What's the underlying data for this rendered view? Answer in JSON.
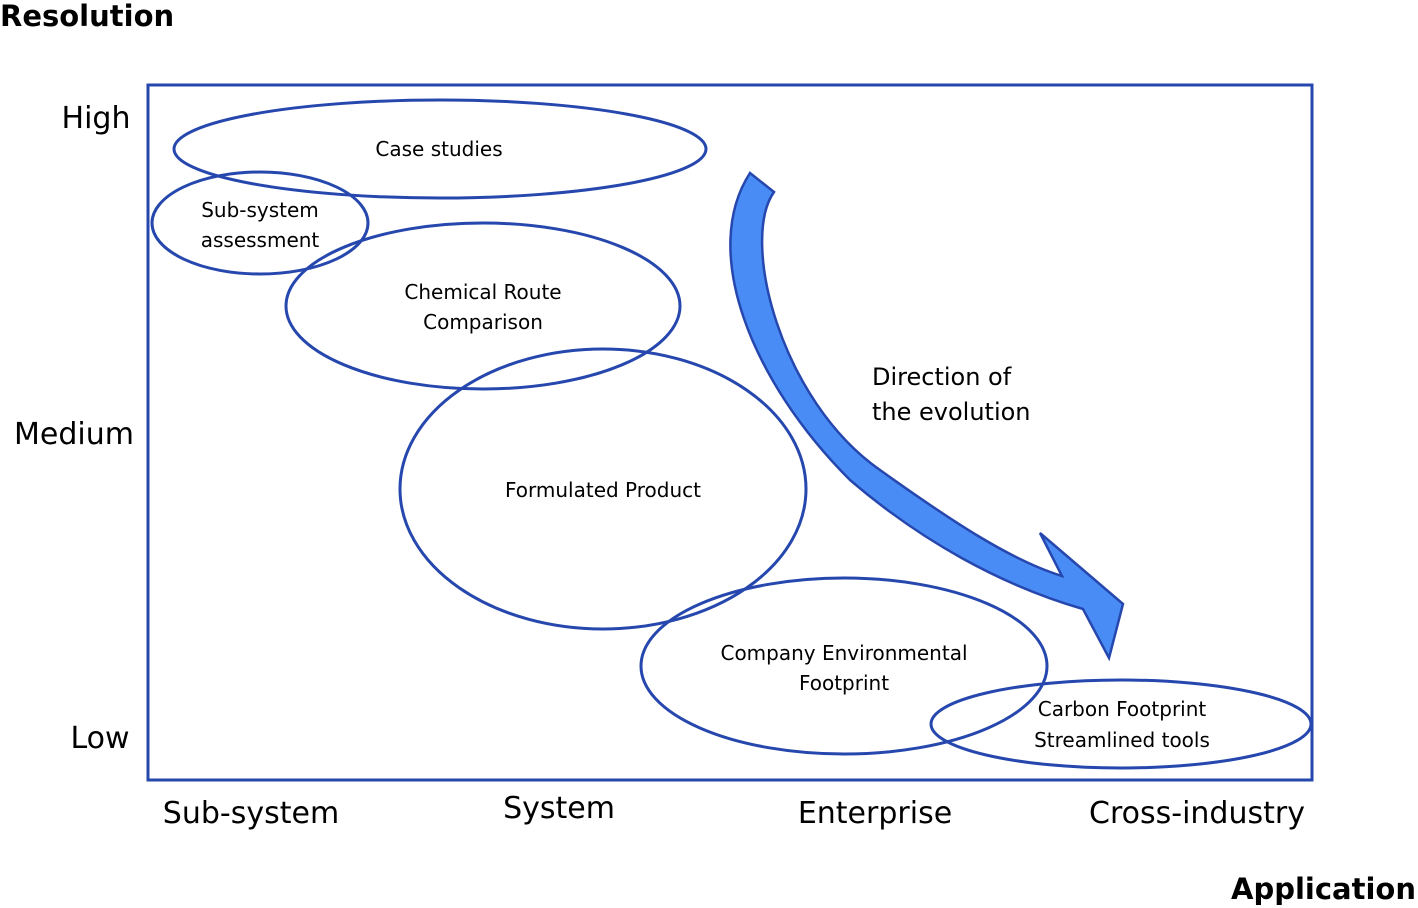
{
  "axes": {
    "y_title": "Resolution",
    "x_title": "Application",
    "y_ticks": [
      "High",
      "Medium",
      "Low"
    ],
    "x_ticks": [
      "Sub-system",
      "System",
      "Enterprise",
      "Cross-industry"
    ]
  },
  "categories": [
    {
      "id": "case-studies",
      "lines": [
        "Case studies"
      ]
    },
    {
      "id": "sub-system-assessment",
      "lines": [
        "Sub-system",
        "assessment"
      ]
    },
    {
      "id": "chemical-route-comparison",
      "lines": [
        "Chemical Route",
        "Comparison"
      ]
    },
    {
      "id": "formulated-product",
      "lines": [
        "Formulated Product"
      ]
    },
    {
      "id": "company-environmental-footprint",
      "lines": [
        "Company Environmental",
        "Footprint"
      ]
    },
    {
      "id": "carbon-footprint-streamlined-tools",
      "lines": [
        "Carbon Footprint",
        "Streamlined tools"
      ]
    }
  ],
  "arrow": {
    "lines": [
      "Direction of",
      "the evolution"
    ]
  },
  "colors": {
    "outline": "#2647ad",
    "arrow_fill": "#4a8cf5"
  }
}
